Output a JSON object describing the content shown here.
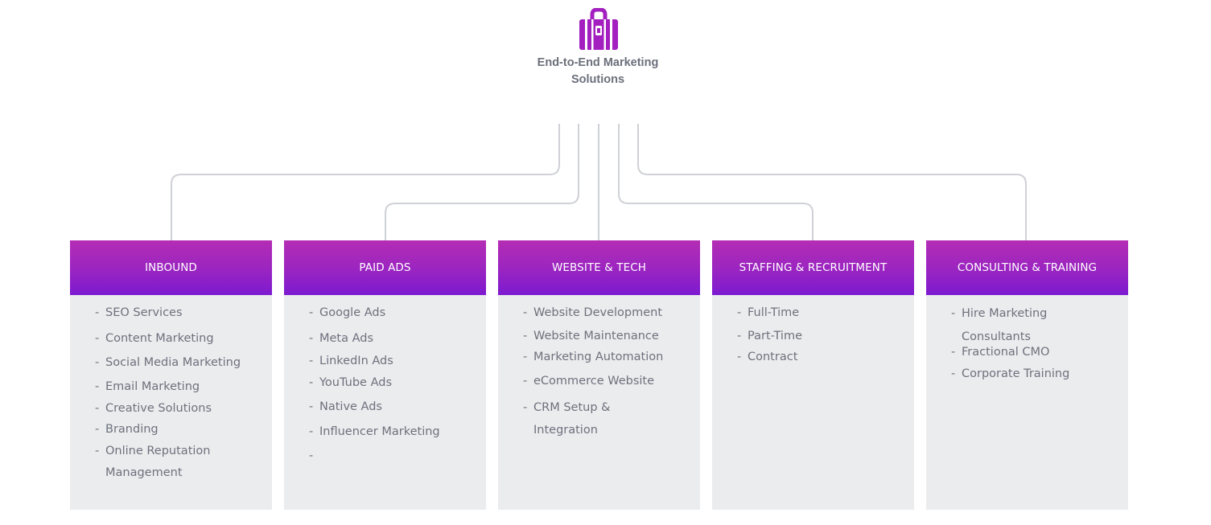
{
  "root": {
    "icon": "briefcase-icon",
    "title_line1": "End-to-End  Marketing",
    "title_line2": "Solutions"
  },
  "colors": {
    "header_top": "#b42db4",
    "header_bottom": "#7d1ad0",
    "icon": "#a31fbf",
    "card_bg": "#ebecee",
    "connector": "#cfd1d6",
    "text": "#6d717c"
  },
  "columns": [
    {
      "title": "INBOUND",
      "items": [
        {
          "dash": "-",
          "text": "SEO Services"
        },
        {
          "dash": "-",
          "text": "Content Marketing"
        },
        {
          "dash": "-",
          "text": "Social Media Marketing"
        },
        {
          "dash": "-",
          "text": "Email Marketing"
        },
        {
          "dash": "-",
          "text": "Creative Solutions"
        },
        {
          "dash": "-",
          "text": "Branding"
        },
        {
          "dash": "-",
          "text": "Online Reputation Management"
        }
      ]
    },
    {
      "title": "PAID ADS",
      "items": [
        {
          "dash": "-",
          "text": "Google Ads"
        },
        {
          "dash": "-",
          "text": "Meta Ads"
        },
        {
          "dash": "-",
          "text": "LinkedIn Ads"
        },
        {
          "dash": "-",
          "text": "YouTube Ads"
        },
        {
          "dash": "-",
          "text": "Native Ads"
        },
        {
          "dash": "-",
          "text": "Influencer Marketing"
        },
        {
          "dash": "-",
          "text": ""
        }
      ]
    },
    {
      "title": "WEBSITE & TECH",
      "items": [
        {
          "dash": "-",
          "text": "Website Development"
        },
        {
          "dash": "-",
          "text": "Website Maintenance"
        },
        {
          "dash": "-",
          "text": "Marketing Automation"
        },
        {
          "dash": "-",
          "text": "eCommerce Website"
        },
        {
          "dash": "-",
          "text": "CRM Setup & Integration"
        }
      ]
    },
    {
      "title": "STAFFING & RECRUITMENT",
      "items": [
        {
          "dash": "-",
          "text": "Full-Time"
        },
        {
          "dash": "-",
          "text": "Part-Time"
        },
        {
          "dash": "-",
          "text": "Contract"
        }
      ]
    },
    {
      "title": "CONSULTING & TRAINING",
      "items": [
        {
          "dash": "-",
          "text": "Hire Marketing Consultants"
        },
        {
          "dash": "-",
          "text": "Fractional CMO"
        },
        {
          "dash": "-",
          "text": "Corporate Training"
        }
      ]
    }
  ]
}
